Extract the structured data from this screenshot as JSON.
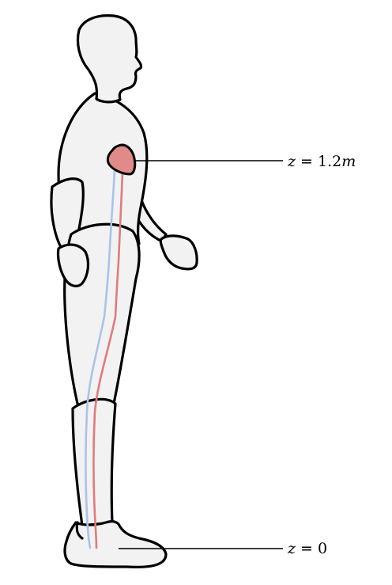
{
  "labels": {
    "heart": {
      "var": "z",
      "eq": " = ",
      "value": "1.2",
      "unit": "m"
    },
    "feet": {
      "var": "z",
      "eq": " = ",
      "value": "0",
      "unit": ""
    }
  },
  "colors": {
    "skin": "#f2f2f2",
    "outline": "#000000",
    "heart": "#e08a8a",
    "artery": "#e07b7b",
    "vein": "#a9c3ea"
  }
}
